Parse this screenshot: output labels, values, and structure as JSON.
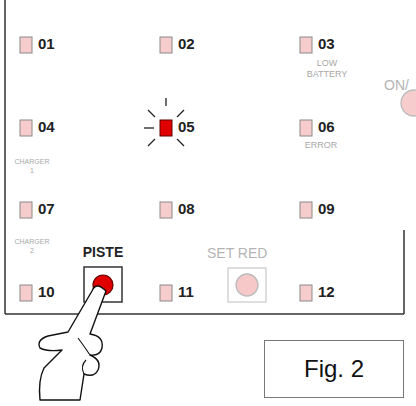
{
  "diagram": {
    "nodes": [
      {
        "text": [
          "Fig. 2"
        ]
      }
    ],
    "labels": [
      "01",
      "02",
      "03",
      "LOW BATTERY",
      "ON/",
      "04",
      "05",
      "06",
      "ERROR",
      "CHARGER 1",
      "07",
      "08",
      "09",
      "CHARGER 2",
      "PISTE",
      "10",
      "SET RED",
      "11",
      "12"
    ]
  }
}
